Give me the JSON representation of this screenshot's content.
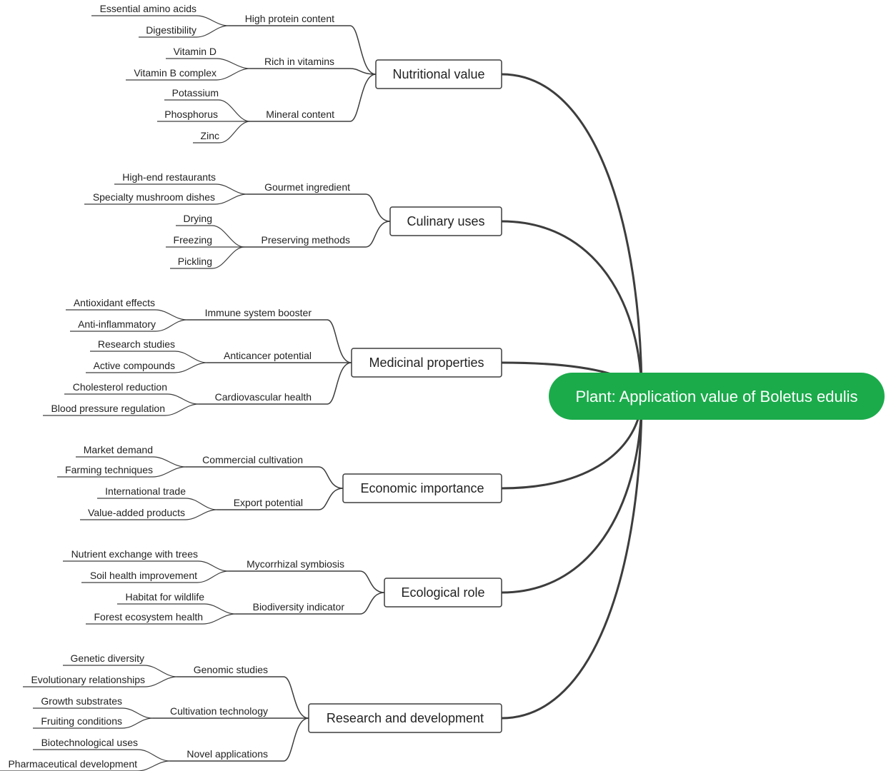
{
  "colors": {
    "root_fill": "#1bab4b",
    "root_text": "#ffffff",
    "line": "#3d3d3d",
    "text": "#222222"
  },
  "root": {
    "label": "Plant: Application value of Boletus edulis"
  },
  "branches": [
    {
      "label": "Nutritional value",
      "subs": [
        {
          "label": "High protein content",
          "leaves": [
            "Essential amino acids",
            "Digestibility"
          ]
        },
        {
          "label": "Rich in vitamins",
          "leaves": [
            "Vitamin D",
            "Vitamin B complex"
          ]
        },
        {
          "label": "Mineral content",
          "leaves": [
            "Potassium",
            "Phosphorus",
            "Zinc"
          ]
        }
      ]
    },
    {
      "label": "Culinary uses",
      "subs": [
        {
          "label": "Gourmet ingredient",
          "leaves": [
            "High-end restaurants",
            "Specialty mushroom dishes"
          ]
        },
        {
          "label": "Preserving methods",
          "leaves": [
            "Drying",
            "Freezing",
            "Pickling"
          ]
        }
      ]
    },
    {
      "label": "Medicinal properties",
      "subs": [
        {
          "label": "Immune system booster",
          "leaves": [
            "Antioxidant effects",
            "Anti-inflammatory"
          ]
        },
        {
          "label": "Anticancer potential",
          "leaves": [
            "Research studies",
            "Active compounds"
          ]
        },
        {
          "label": "Cardiovascular health",
          "leaves": [
            "Cholesterol reduction",
            "Blood pressure regulation"
          ]
        }
      ]
    },
    {
      "label": "Economic importance",
      "subs": [
        {
          "label": "Commercial cultivation",
          "leaves": [
            "Market demand",
            "Farming techniques"
          ]
        },
        {
          "label": "Export potential",
          "leaves": [
            "International trade",
            "Value-added products"
          ]
        }
      ]
    },
    {
      "label": "Ecological role",
      "subs": [
        {
          "label": "Mycorrhizal symbiosis",
          "leaves": [
            "Nutrient exchange with trees",
            "Soil health improvement"
          ]
        },
        {
          "label": "Biodiversity indicator",
          "leaves": [
            "Habitat for wildlife",
            "Forest ecosystem health"
          ]
        }
      ]
    },
    {
      "label": "Research and development",
      "subs": [
        {
          "label": "Genomic studies",
          "leaves": [
            "Genetic diversity",
            "Evolutionary relationships"
          ]
        },
        {
          "label": "Cultivation technology",
          "leaves": [
            "Growth substrates",
            "Fruiting conditions"
          ]
        },
        {
          "label": "Novel applications",
          "leaves": [
            "Biotechnological uses",
            "Pharmaceutical development"
          ]
        }
      ]
    }
  ]
}
